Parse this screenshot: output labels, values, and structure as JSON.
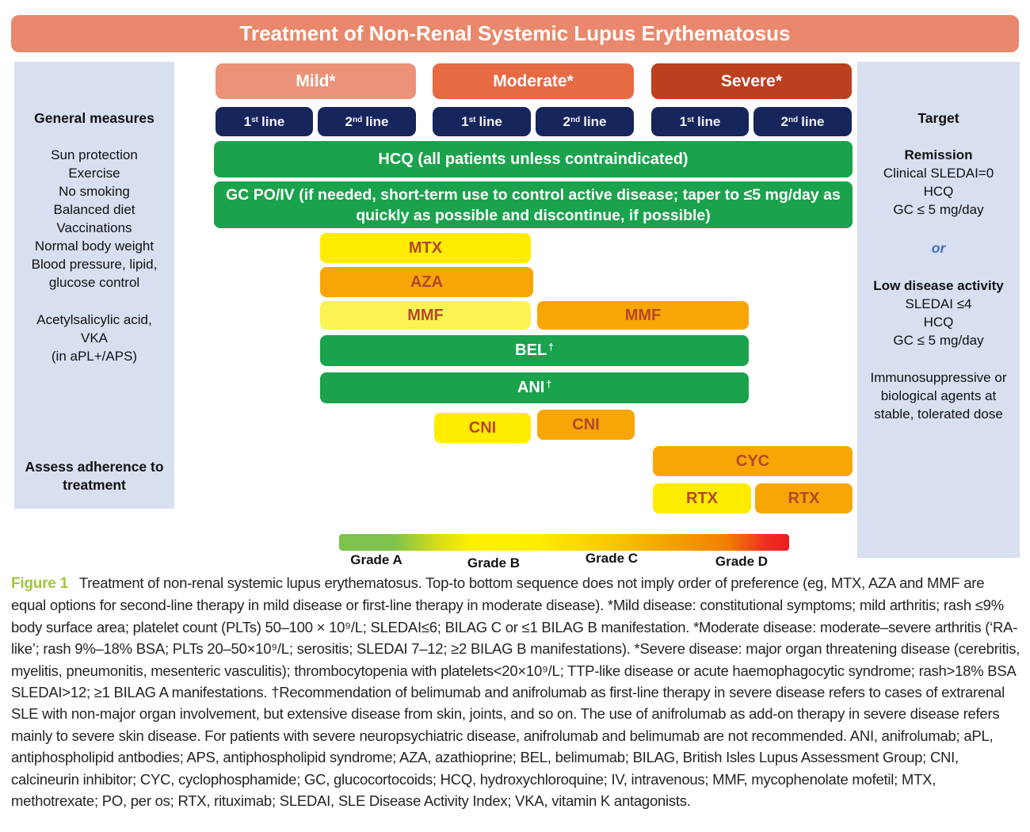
{
  "title": "Treatment of Non-Renal Systemic Lupus Erythematosus",
  "columns": {
    "mild": "Mild*",
    "moderate": "Moderate*",
    "severe": "Severe*"
  },
  "line_labels": {
    "first": {
      "num": "1",
      "sup": "st",
      "word": "line"
    },
    "second": {
      "num": "2",
      "sup": "nd",
      "word": "line"
    }
  },
  "left_panel": {
    "header": "General measures",
    "items": [
      "Sun protection",
      "Exercise",
      "No smoking",
      "Balanced diet",
      "Vaccinations",
      "Normal body weight",
      "Blood pressure, lipid, glucose control"
    ],
    "anticoag": [
      "Acetylsalicylic acid,",
      "VKA",
      "(in aPL+/APS)"
    ],
    "assess": "Assess adherence to treatment"
  },
  "right_panel": {
    "header": "Target",
    "remission_title": "Remission",
    "remission_items": [
      "Clinical SLEDAI=0",
      "HCQ",
      "GC ≤ 5 mg/day"
    ],
    "or_text": "or",
    "lda_title": "Low disease activity",
    "lda_items": [
      "SLEDAI ≤4",
      "HCQ",
      "GC ≤ 5 mg/day"
    ],
    "note": "Immunosuppressive or biological agents at stable, tolerated dose"
  },
  "bars": {
    "hcq": {
      "label": "HCQ (all patients unless contraindicated)"
    },
    "gc": {
      "label": "GC PO/IV (if needed, short-term use to control active disease; taper to ≤5 mg/day as quickly as possible and discontinue, if possible)"
    },
    "mtx": {
      "label": "MTX"
    },
    "aza": {
      "label": "AZA"
    },
    "mmf_mild": {
      "label": "MMF"
    },
    "mmf_moderate": {
      "label": "MMF"
    },
    "bel": {
      "label": "BEL",
      "sup": "†"
    },
    "ani": {
      "label": "ANI",
      "sup": "†"
    },
    "cni_first": {
      "label": "CNI"
    },
    "cni_second": {
      "label": "CNI"
    },
    "cyc": {
      "label": "CYC"
    },
    "rtx_first": {
      "label": "RTX"
    },
    "rtx_second": {
      "label": "RTX"
    }
  },
  "legend": {
    "grades": [
      "Grade A",
      "Grade B",
      "Grade C",
      "Grade D"
    ]
  },
  "caption": {
    "label": "Figure 1",
    "text": "Treatment of non-renal systemic lupus erythematosus. Top-to bottom sequence does not imply order of preference (eg, MTX, AZA and MMF are equal options for second-line therapy in mild disease or first-line therapy in moderate disease). *Mild disease: constitutional symptoms; mild arthritis; rash ≤9% body surface area; platelet count (PLTs) 50–100 × 10⁹/L; SLEDAI≤6; BILAG C or ≤1 BILAG B manifestation. *Moderate disease: moderate–severe arthritis (‘RA-like’; rash 9%–18% BSA; PLTs 20–50×10⁹/L; serositis; SLEDAI 7–12; ≥2 BILAG B manifestations). *Severe disease: major organ threatening disease (cerebritis, myelitis, pneumonitis, mesenteric vasculitis); thrombocytopenia with platelets<20×10⁹/L; TTP-like disease or acute haemophagocytic syndrome; rash>18% BSA SLEDAI>12; ≥1 BILAG A manifestations. †Recommendation of belimumab and anifrolumab as first-line therapy in severe disease refers to cases of extrarenal SLE with non-major organ involvement, but extensive disease from skin, joints, and so on. The use of anifrolumab as add-on therapy in severe disease refers mainly to severe skin disease. For patients with severe neuropsychiatric disease, anifrolumab and belimumab are not recommended. ANI, anifrolumab; aPL, antiphospholipid antbodies; APS, antiphospholipid syndrome; AZA, azathioprine; BEL, belimumab; BILAG, British Isles Lupus Assessment Group; CNI, calcineurin inhibitor; CYC, cyclophosphamide; GC, glucocortocoids; HCQ, hydroxychloroquine; IV, intravenous; MMF, mycophenolate mofetil; MTX, methotrexate; PO, per os; RTX, rituximab; SLEDAI, SLE Disease Activity Index; VKA, vitamin K antagonists."
  },
  "colors": {
    "title_bar": "#E9886C",
    "mild_header": "#EC9278",
    "moderate_header": "#E76A43",
    "severe_header": "#BC3F1E",
    "line_button_navy": "#16265C",
    "panel_blue": "#D8DFF1",
    "green_bar": "#1BA24D",
    "yellow_bar": "#FFEC00",
    "pale_yellow_bar": "#FAF353",
    "amber_bar": "#F7A606",
    "bar_text_red": "#B5462B",
    "or_blue": "#3F6FBF",
    "figure_label_green": "#A0C63C"
  }
}
